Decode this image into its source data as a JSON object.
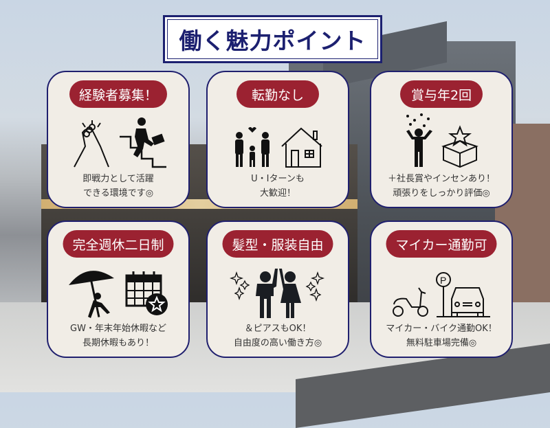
{
  "title": "働く魅力ポイント",
  "cards": [
    {
      "label": "経験者募集！",
      "lines": [
        "即戦力として活躍",
        "できる環境です◎"
      ],
      "icons": [
        "handshake-icon",
        "climbing-stairs-icon"
      ]
    },
    {
      "label": "転勤なし",
      "lines": [
        "U・Iターンも",
        "大歓迎！"
      ],
      "icons": [
        "family-icon",
        "house-icon"
      ]
    },
    {
      "label": "賞与年2回",
      "lines": [
        "＋社長賞やインセンあり！",
        "頑張りをしっかり評価◎"
      ],
      "icons": [
        "celebrating-person-icon",
        "star-box-icon"
      ]
    },
    {
      "label": "完全週休二日制",
      "lines": [
        "GW・年末年始休暇など",
        "長期休暇もあり！"
      ],
      "icons": [
        "beach-umbrella-icon",
        "calendar-star-icon"
      ]
    },
    {
      "label": "髪型・服装自由",
      "lines": [
        "＆ピアスもOK！",
        "自由度の高い働き方◎"
      ],
      "icons": [
        "high-five-icon"
      ]
    },
    {
      "label": "マイカー通勤可",
      "lines": [
        "マイカー・バイク通勤OK！",
        "無料駐車場完備◎"
      ],
      "icons": [
        "scooter-icon",
        "parking-car-icon"
      ]
    }
  ],
  "colors": {
    "accent": "#9b2231",
    "navy": "#1c2070",
    "card": "#f1ede6"
  }
}
